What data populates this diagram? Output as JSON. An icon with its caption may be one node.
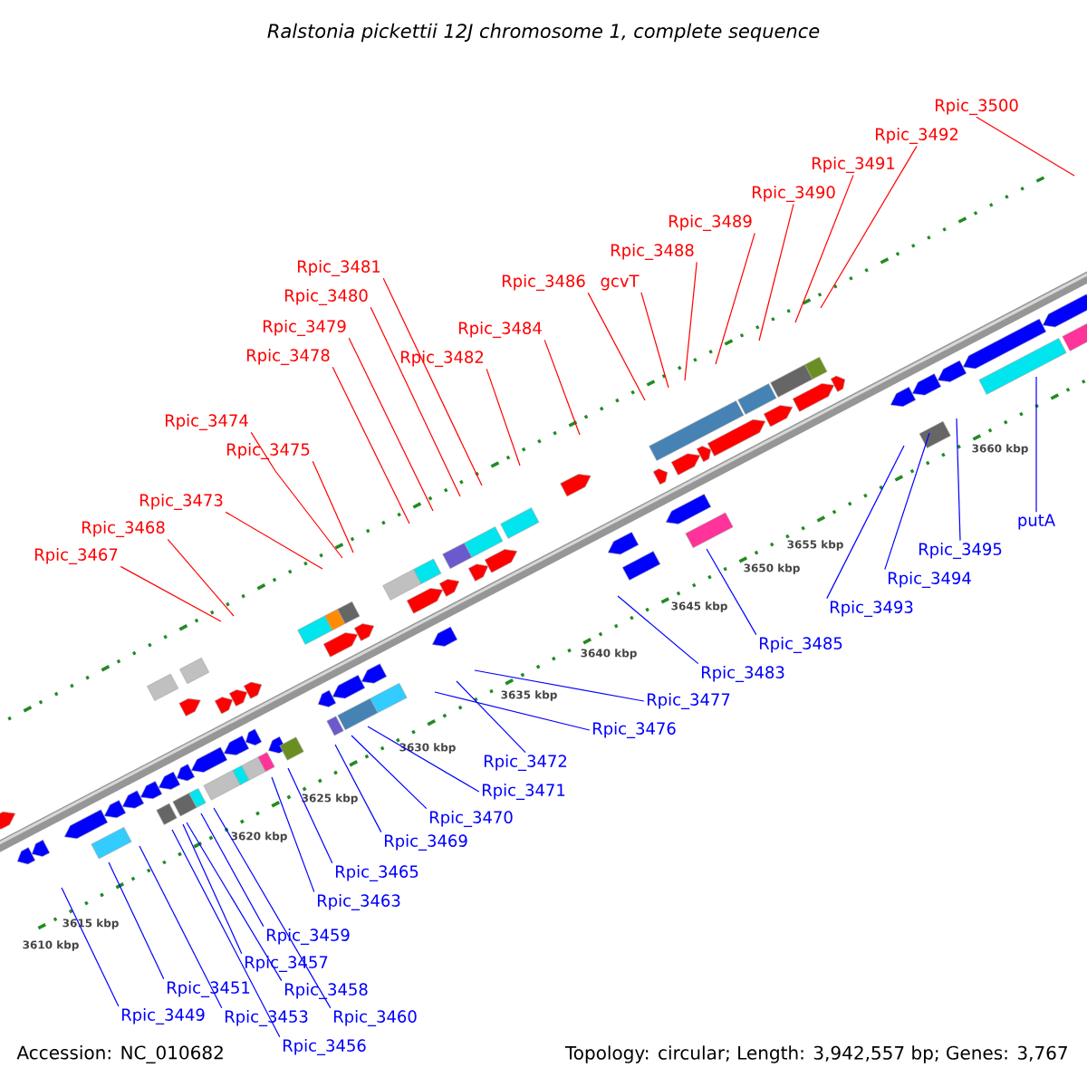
{
  "diagram": {
    "title": "Ralstonia pickettii 12J chromosome 1, complete sequence",
    "nodes": [
      {
        "text": [
          "Rpic_3500"
        ]
      },
      {
        "text": [
          "Rpic_3492"
        ]
      },
      {
        "text": [
          "Rpic_3491"
        ]
      },
      {
        "text": [
          "Rpic_3490"
        ]
      },
      {
        "text": [
          "Rpic_3489"
        ]
      },
      {
        "text": [
          "Rpic_3488"
        ]
      },
      {
        "text": [
          "Rpic_3481"
        ]
      },
      {
        "text": [
          "gcvT"
        ]
      },
      {
        "text": [
          "Rpic_3486"
        ]
      },
      {
        "text": [
          "Rpic_3480"
        ]
      },
      {
        "text": [
          "Rpic_3479"
        ]
      },
      {
        "text": [
          "Rpic_3484"
        ]
      },
      {
        "text": [
          "Rpic_3478"
        ]
      },
      {
        "text": [
          "Rpic_3482"
        ]
      },
      {
        "text": [
          "Rpic_3474"
        ]
      },
      {
        "text": [
          "Rpic_3475"
        ]
      },
      {
        "text": [
          "Rpic_3473"
        ]
      },
      {
        "text": [
          "Rpic_3468"
        ]
      },
      {
        "text": [
          "Rpic_3467"
        ]
      },
      {
        "text": [
          "putA"
        ]
      },
      {
        "text": [
          "Rpic_3495"
        ]
      },
      {
        "text": [
          "Rpic_3494"
        ]
      },
      {
        "text": [
          "Rpic_3493"
        ]
      },
      {
        "text": [
          "Rpic_3485"
        ]
      },
      {
        "text": [
          "Rpic_3483"
        ]
      },
      {
        "text": [
          "Rpic_3477"
        ]
      },
      {
        "text": [
          "Rpic_3476"
        ]
      },
      {
        "text": [
          "Rpic_3472"
        ]
      },
      {
        "text": [
          "Rpic_3471"
        ]
      },
      {
        "text": [
          "Rpic_3470"
        ]
      },
      {
        "text": [
          "Rpic_3469"
        ]
      },
      {
        "text": [
          "Rpic_3465"
        ]
      },
      {
        "text": [
          "Rpic_3463"
        ]
      },
      {
        "text": [
          "Rpic_3459"
        ]
      },
      {
        "text": [
          "Rpic_3457"
        ]
      },
      {
        "text": [
          "Rpic_3451"
        ]
      },
      {
        "text": [
          "Rpic_3458"
        ]
      },
      {
        "text": [
          "Rpic_3449"
        ]
      },
      {
        "text": [
          "Rpic_3453"
        ]
      },
      {
        "text": [
          "Rpic_3460"
        ]
      },
      {
        "text": [
          "Rpic_3456"
        ]
      }
    ],
    "edges": [
      {
        "from": 0,
        "to": null,
        "arrow": "none",
        "color": "#ff0000"
      },
      {
        "from": 1,
        "to": null,
        "arrow": "none",
        "color": "#ff0000"
      },
      {
        "from": 2,
        "to": null,
        "arrow": "none",
        "color": "#ff0000"
      },
      {
        "from": 3,
        "to": null,
        "arrow": "none",
        "color": "#ff0000"
      },
      {
        "from": 4,
        "to": null,
        "arrow": "none",
        "color": "#ff0000"
      },
      {
        "from": 5,
        "to": null,
        "arrow": "none",
        "color": "#ff0000"
      },
      {
        "from": 6,
        "to": null,
        "arrow": "none",
        "color": "#ff0000"
      },
      {
        "from": 7,
        "to": null,
        "arrow": "none",
        "color": "#ff0000"
      },
      {
        "from": 8,
        "to": null,
        "arrow": "none",
        "color": "#ff0000"
      },
      {
        "from": 9,
        "to": null,
        "arrow": "none",
        "color": "#ff0000"
      },
      {
        "from": 10,
        "to": null,
        "arrow": "none",
        "color": "#ff0000"
      },
      {
        "from": 11,
        "to": null,
        "arrow": "none",
        "color": "#ff0000"
      },
      {
        "from": 12,
        "to": null,
        "arrow": "none",
        "color": "#ff0000"
      },
      {
        "from": 13,
        "to": null,
        "arrow": "none",
        "color": "#ff0000"
      },
      {
        "from": 14,
        "to": null,
        "arrow": "none",
        "color": "#ff0000"
      },
      {
        "from": 15,
        "to": null,
        "arrow": "none",
        "color": "#ff0000"
      },
      {
        "from": 16,
        "to": null,
        "arrow": "none",
        "color": "#ff0000"
      },
      {
        "from": 17,
        "to": null,
        "arrow": "none",
        "color": "#ff0000"
      },
      {
        "from": 18,
        "to": null,
        "arrow": "none",
        "color": "#ff0000"
      },
      {
        "from": 19,
        "to": null,
        "arrow": "none"
      },
      {
        "from": 20,
        "to": null,
        "arrow": "none"
      },
      {
        "from": 21,
        "to": null,
        "arrow": "none"
      },
      {
        "from": 22,
        "to": null,
        "arrow": "none"
      },
      {
        "from": 23,
        "to": null,
        "arrow": "none"
      },
      {
        "from": 24,
        "to": null,
        "arrow": "none"
      },
      {
        "from": 25,
        "to": null,
        "arrow": "none"
      },
      {
        "from": 26,
        "to": null,
        "arrow": "none"
      },
      {
        "from": 27,
        "to": null,
        "arrow": "none"
      },
      {
        "from": 28,
        "to": null,
        "arrow": "none"
      },
      {
        "from": 29,
        "to": null,
        "arrow": "none"
      },
      {
        "from": 30,
        "to": null,
        "arrow": "none"
      },
      {
        "from": 31,
        "to": null,
        "arrow": "none"
      },
      {
        "from": 32,
        "to": null,
        "arrow": "none"
      },
      {
        "from": 33,
        "to": null,
        "arrow": "none"
      },
      {
        "from": 34,
        "to": null,
        "arrow": "none"
      },
      {
        "from": 35,
        "to": null,
        "arrow": "none"
      },
      {
        "from": 36,
        "to": null,
        "arrow": "none"
      },
      {
        "from": 37,
        "to": null,
        "arrow": "none"
      },
      {
        "from": 38,
        "to": null,
        "arrow": "none"
      },
      {
        "from": 39,
        "to": null,
        "arrow": "none"
      },
      {
        "from": 40,
        "to": null,
        "arrow": "none"
      }
    ],
    "labels": [
      "3610 kbp",
      "3615 kbp",
      "3620 kbp",
      "3625 kbp",
      "3630 kbp",
      "3635 kbp",
      "3640 kbp",
      "3645 kbp",
      "3650 kbp",
      "3655 kbp",
      "3660 kbp",
      "Accession: NC_010682",
      "Topology: circular; Length: 3,942,557 bp; Genes: 3,767"
    ]
  }
}
